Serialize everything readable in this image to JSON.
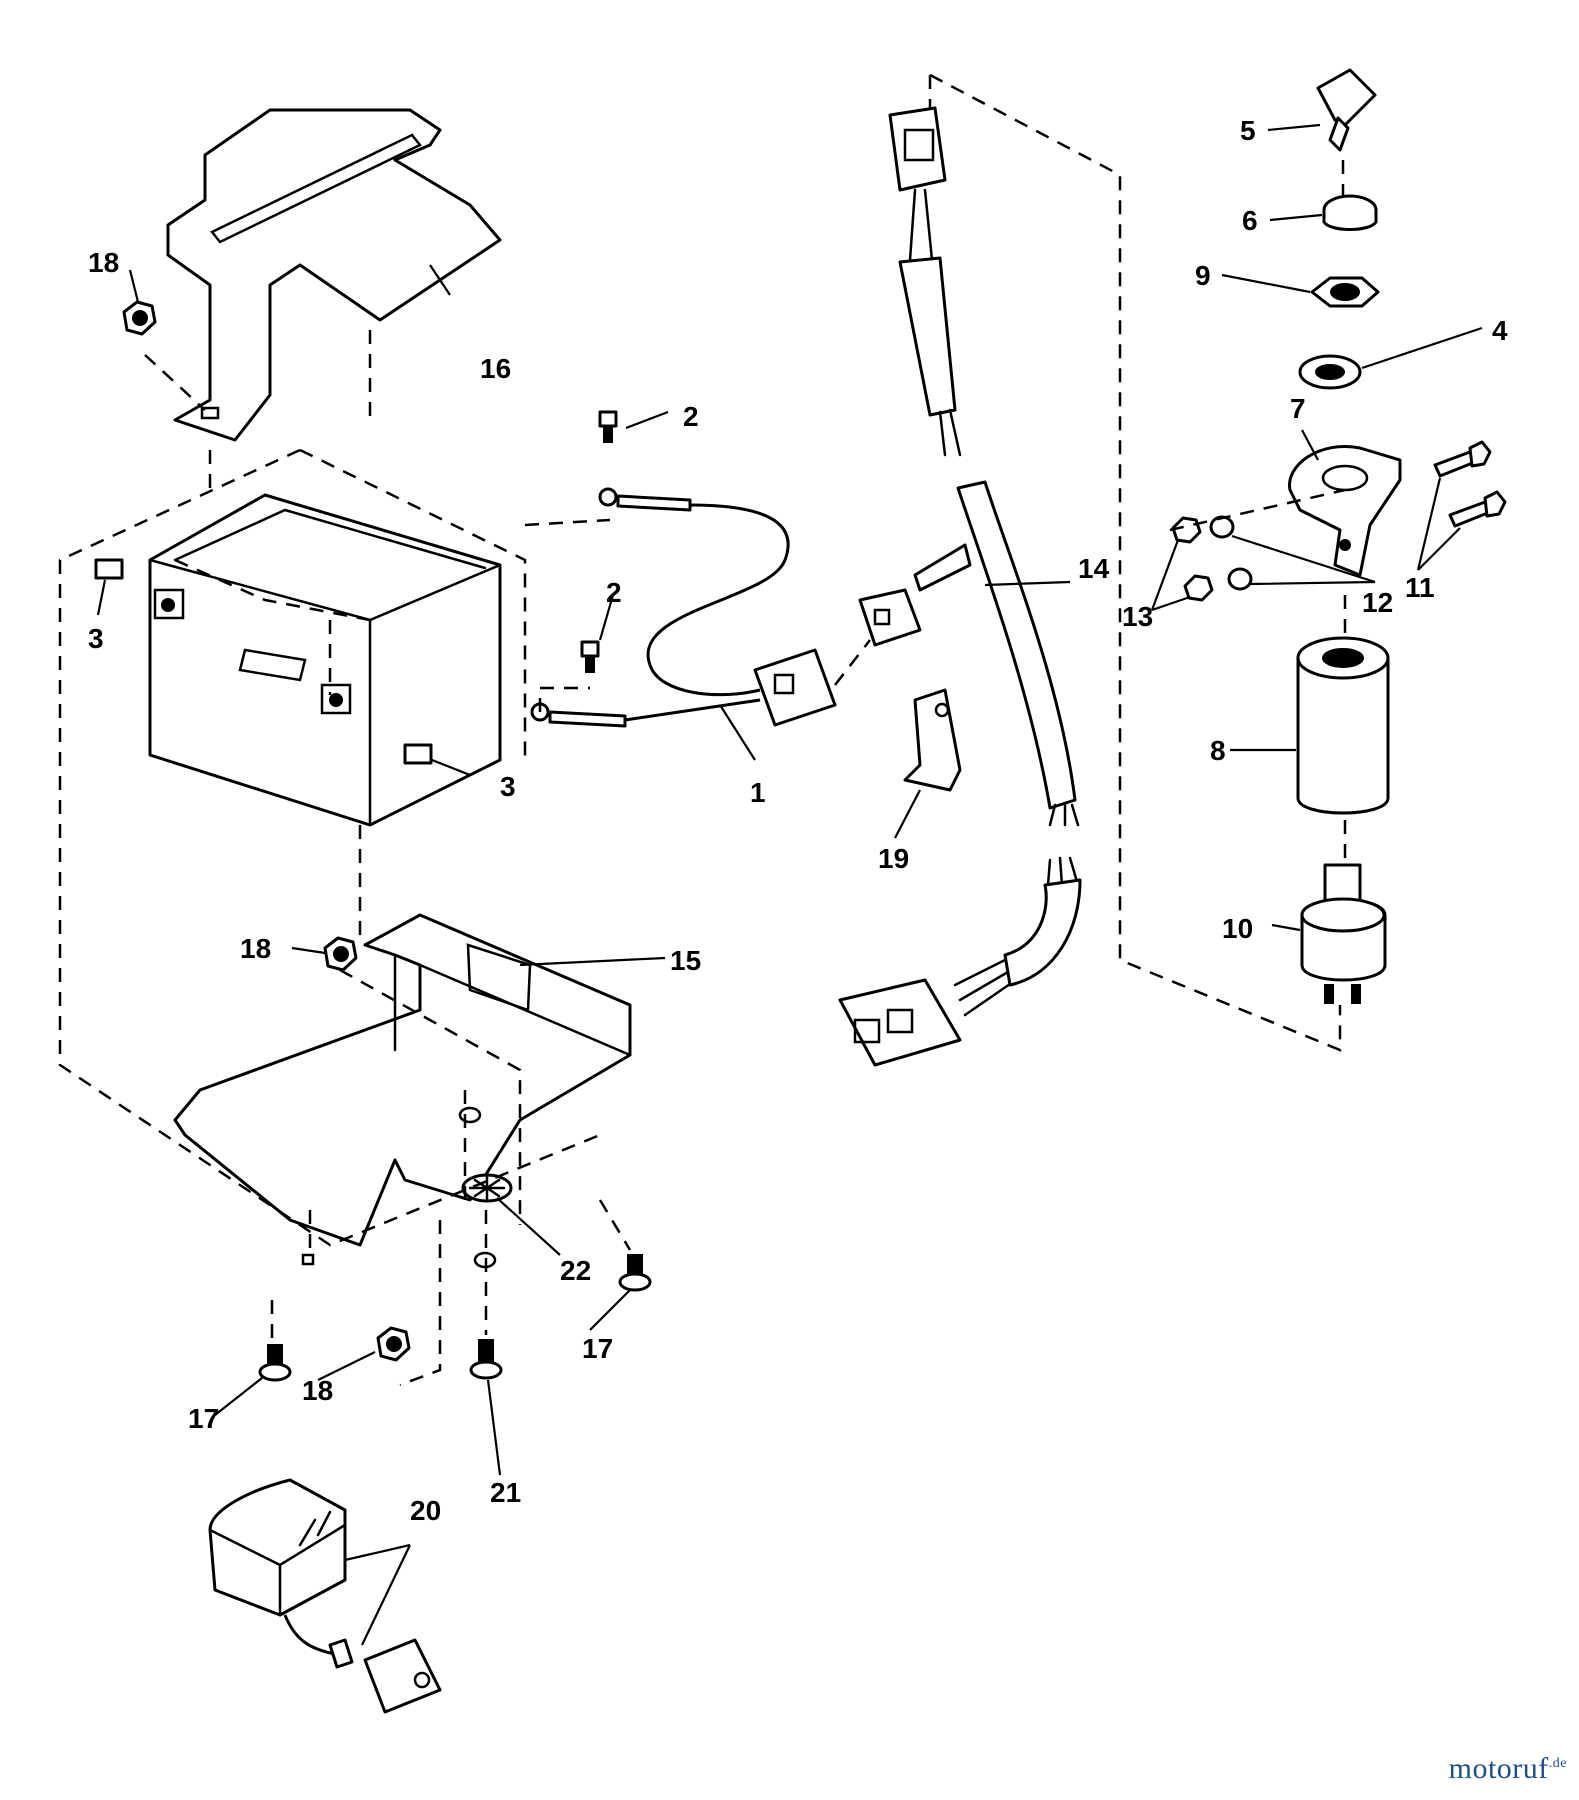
{
  "callouts": {
    "c1": "1",
    "c2a": "2",
    "c2b": "2",
    "c3a": "3",
    "c3b": "3",
    "c4": "4",
    "c5": "5",
    "c6": "6",
    "c7": "7",
    "c8": "8",
    "c9": "9",
    "c10": "10",
    "c11": "11",
    "c12": "12",
    "c13": "13",
    "c14": "14",
    "c15": "15",
    "c16": "16",
    "c17a": "17",
    "c17b": "17",
    "c18a": "18",
    "c18b": "18",
    "c18c": "18",
    "c19": "19",
    "c20": "20",
    "c21": "21",
    "c22": "22"
  },
  "watermark": {
    "text": "motoruf",
    "suffix": ".de",
    "color": "#1f4e8f"
  }
}
